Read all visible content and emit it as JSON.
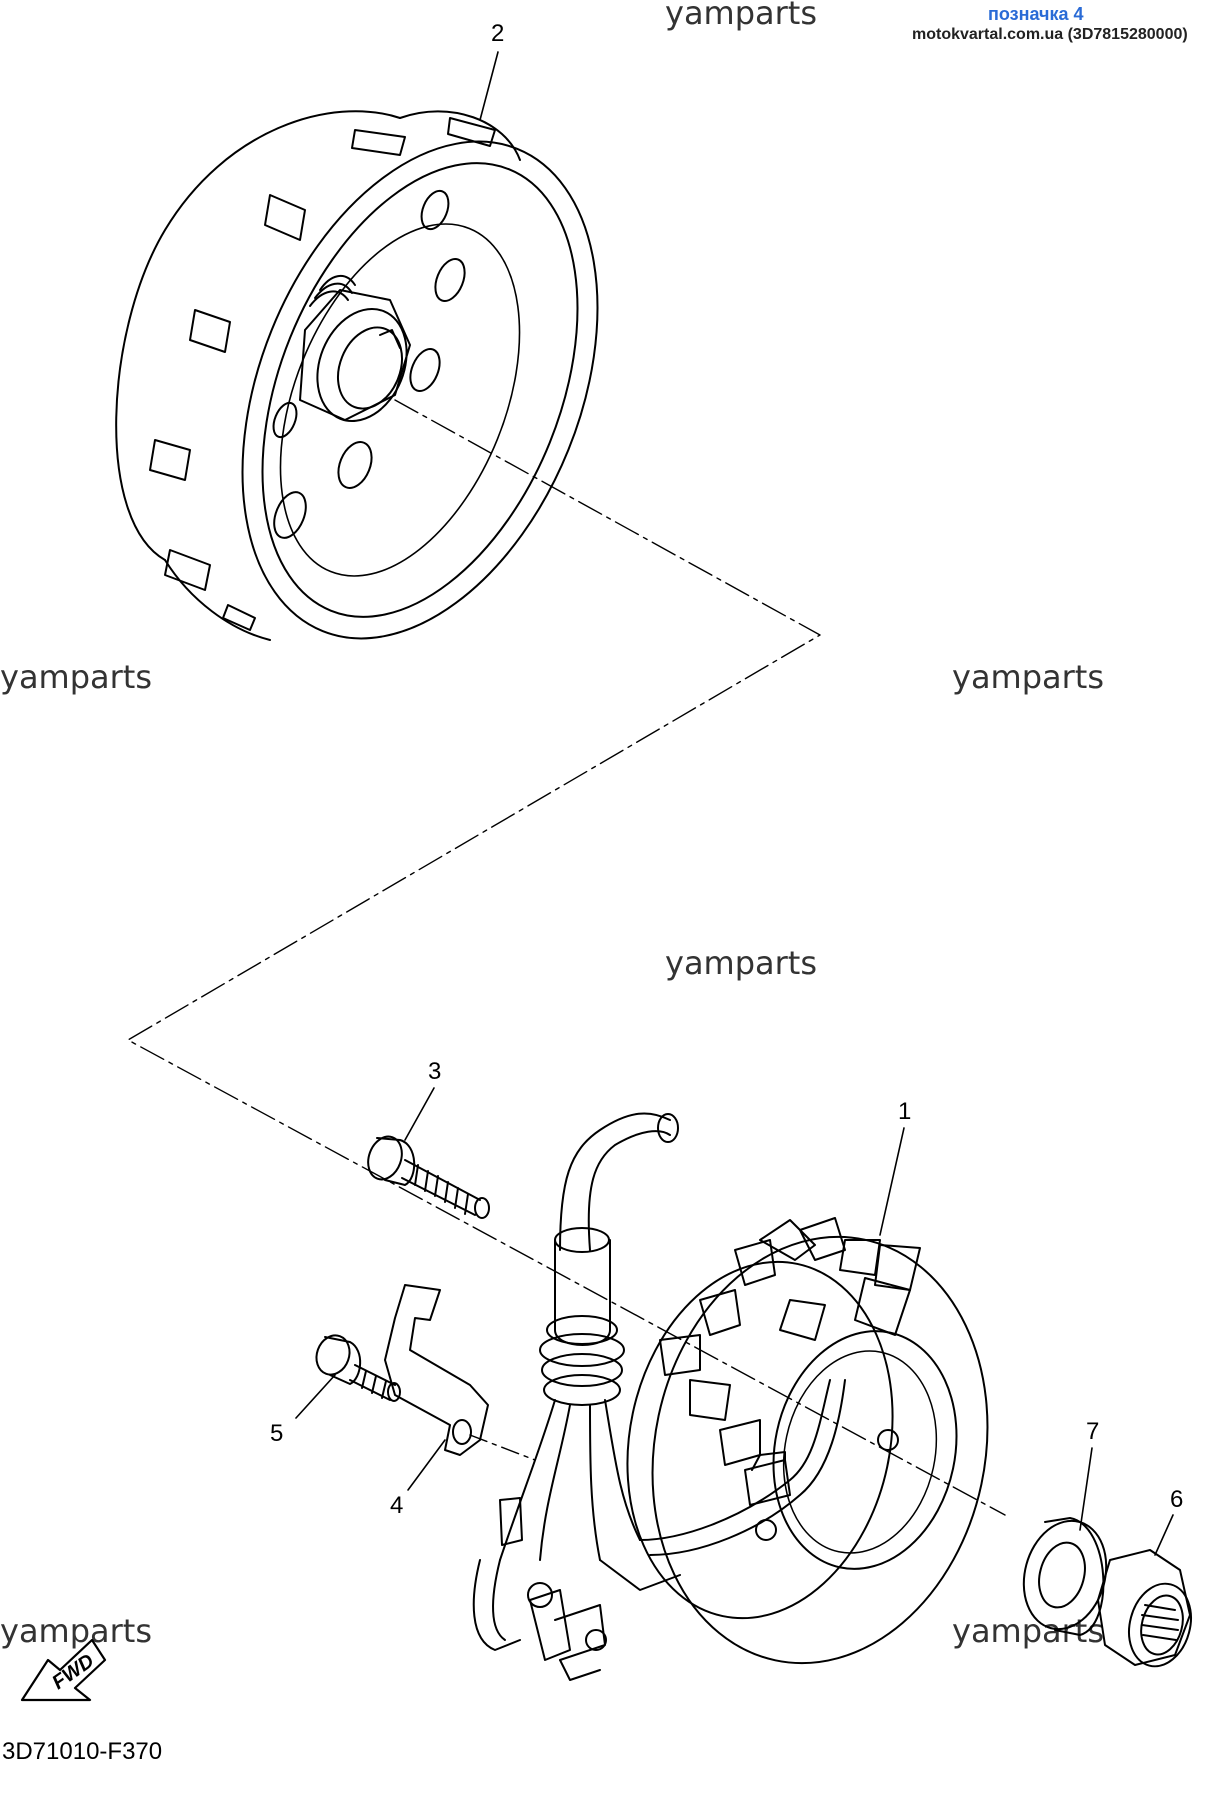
{
  "header": {
    "mark_label": "позначка 4",
    "site_label": "motokvartal.com.ua (3D7815280000)"
  },
  "watermarks": [
    "yamparts",
    "yamparts",
    "yamparts",
    "yamparts",
    "yamparts",
    "yamparts"
  ],
  "callouts": {
    "part_1": "1",
    "part_2": "2",
    "part_3": "3",
    "part_4": "4",
    "part_5": "5",
    "part_6": "6",
    "part_7": "7"
  },
  "fwd_label": "FWD",
  "diagram_code": "3D71010-F370",
  "colors": {
    "line": "#000000",
    "mark_label": "#2a6bd6",
    "watermark": "#333333"
  }
}
